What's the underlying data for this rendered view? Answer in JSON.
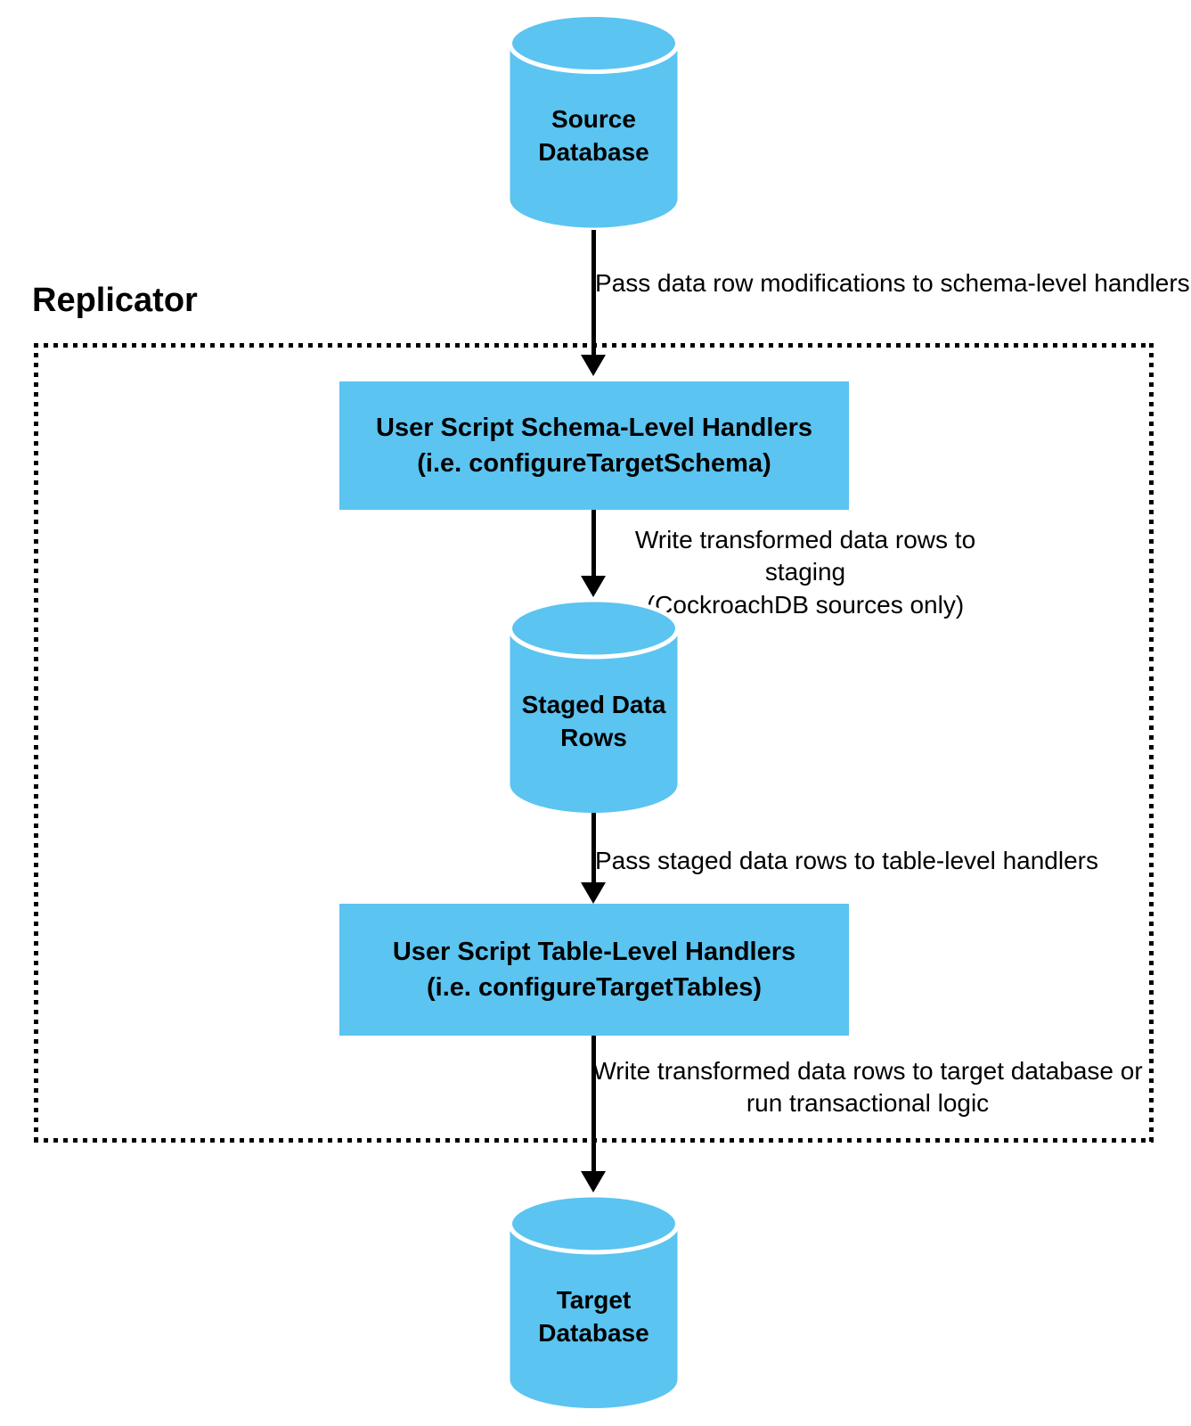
{
  "labels": {
    "replicator": "Replicator"
  },
  "nodes": {
    "source": "Source\nDatabase",
    "schema_handlers": "User Script Schema-Level Handlers\n(i.e. configureTargetSchema)",
    "staged": "Staged Data\nRows",
    "table_handlers": "User Script Table-Level Handlers\n(i.e. configureTargetTables)",
    "target": "Target\nDatabase"
  },
  "edges": {
    "source_to_schema": "Pass data row modifications to schema-level handlers",
    "schema_to_staged": "Write transformed data rows to staging\n(CockroachDB sources only)",
    "staged_to_table": "Pass staged data rows to table-level handlers",
    "table_to_target": "Write transformed data rows to target database or\nrun transactional logic"
  },
  "colors": {
    "node_fill": "#5BC4F1",
    "line": "#000000",
    "text": "#000000"
  }
}
